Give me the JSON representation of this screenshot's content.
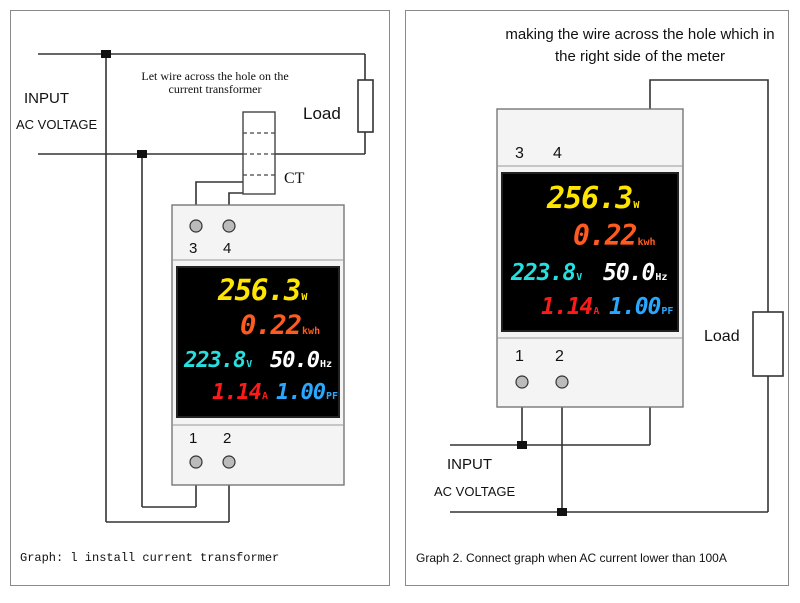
{
  "panel1": {
    "input_label": "INPUT",
    "ac_voltage_label": "AC VOLTAGE",
    "note": "Let wire across the hole on the current transformer",
    "load_label": "Load",
    "ct_label": "CT",
    "terminal_3": "3",
    "terminal_4": "4",
    "terminal_1": "1",
    "terminal_2": "2",
    "caption": "Graph: l install current transformer"
  },
  "panel2": {
    "title": "making the wire across the hole which in the right side of the meter",
    "load_label": "Load",
    "input_label": "INPUT",
    "ac_voltage_label": "AC VOLTAGE",
    "terminal_3": "3",
    "terminal_4": "4",
    "terminal_1": "1",
    "terminal_2": "2",
    "caption": "Graph 2. Connect graph when AC current lower than 100A"
  },
  "meter": {
    "power": "256.3",
    "power_unit": "W",
    "energy": "0.22",
    "energy_unit": "kwh",
    "voltage": "223.8",
    "voltage_unit": "V",
    "frequency": "50.0",
    "frequency_unit": "Hz",
    "current": "1.14",
    "current_unit": "A",
    "power_factor": "1.00",
    "power_factor_unit": "PF"
  },
  "colors": {
    "power": "#ffe600",
    "energy": "#ff5a1f",
    "voltage": "#26e0e0",
    "frequency": "#ffffff",
    "current": "#ff1a1a",
    "power_factor": "#2aa8ff"
  }
}
